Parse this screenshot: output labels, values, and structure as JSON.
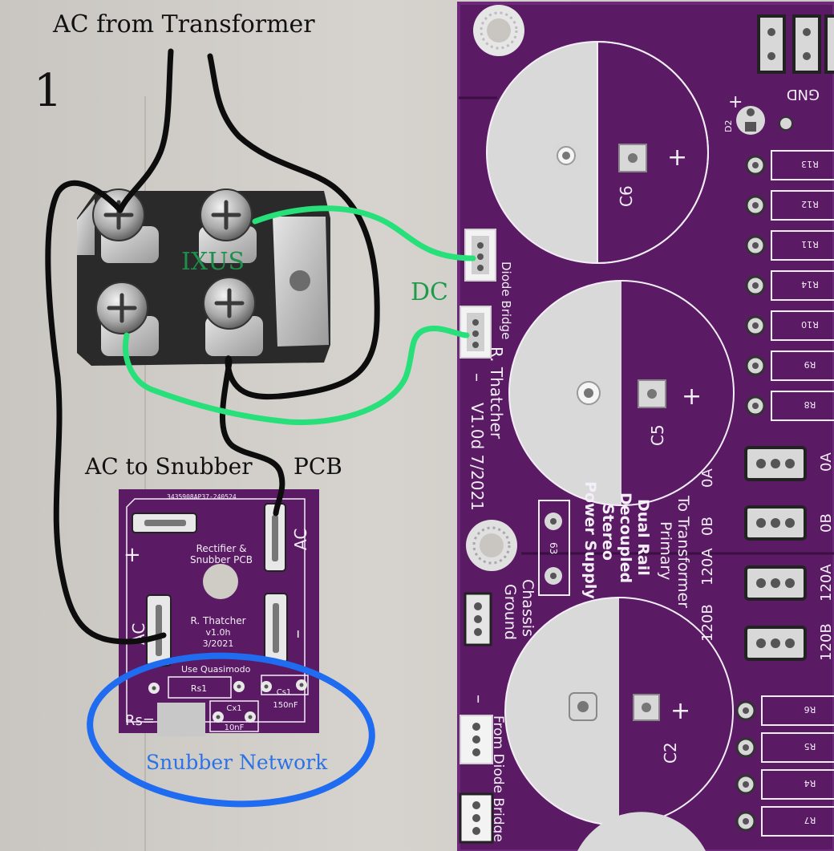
{
  "annotations": {
    "ac_from_transformer": "AC from Transformer",
    "step_number": "1",
    "ixus": "IXUS",
    "dc": "DC",
    "ac_to_snubber": "AC to Snubber",
    "pcb": "PCB",
    "snubber_network": "Snubber Network"
  },
  "snubber_pcb": {
    "serial": "3435908AP37-240524",
    "plus": "+",
    "ac_top": "AC",
    "title_line1": "Rectifier &",
    "title_line2": "Snubber PCB",
    "author": "R. Thatcher",
    "version": "v1.0h",
    "date": "3/2021",
    "minus": "–",
    "ac_left": "AC",
    "note": "Use Quasimodo",
    "rs1": "Rs1",
    "cs1": "Cs1",
    "cs1_value": "150nF",
    "cx1": "Cx1",
    "cx1_value": "10nF",
    "rs_eq": "Rs="
  },
  "main_pcb": {
    "c6": "C6",
    "c5": "C5",
    "c2": "C2",
    "plus": "+",
    "minus": "–",
    "d2": "D2",
    "gnd": "GND",
    "resistors_top": [
      "R13",
      "R12",
      "R11",
      "R14",
      "R10",
      "R9",
      "R8"
    ],
    "resistors_bottom": [
      "R6",
      "R5",
      "R4",
      "R7"
    ],
    "diode_bridge_top": "Diode Bridge",
    "author": "R. Thatcher",
    "version_date": "V1.0d 7/2021",
    "title_line1": "Dual Rail",
    "title_line2": "Decoupled",
    "title_line3": "Stereo",
    "title_line4": "Power Supply",
    "transformer_line1": "To Transformer",
    "transformer_line2": "Primary",
    "chassis_line1": "Chassis",
    "chassis_line2": "Ground",
    "from_diode_bridge": "From Diode Bridge",
    "tap_0a": "0A",
    "tap_0b": "0B",
    "tap_120a": "120A",
    "tap_120b": "120B",
    "fuse": "63"
  },
  "colors": {
    "black_wire": "#0d0d0d",
    "green_wire": "#27e07a",
    "blue_circle": "#1f6cf0",
    "pcb_purple": "#5a1a64",
    "silkscreen": "#f4eef8",
    "ixus_text": "#1f8e4a",
    "dc_text": "#1f9a4a",
    "snubber_text": "#2b72e6"
  }
}
